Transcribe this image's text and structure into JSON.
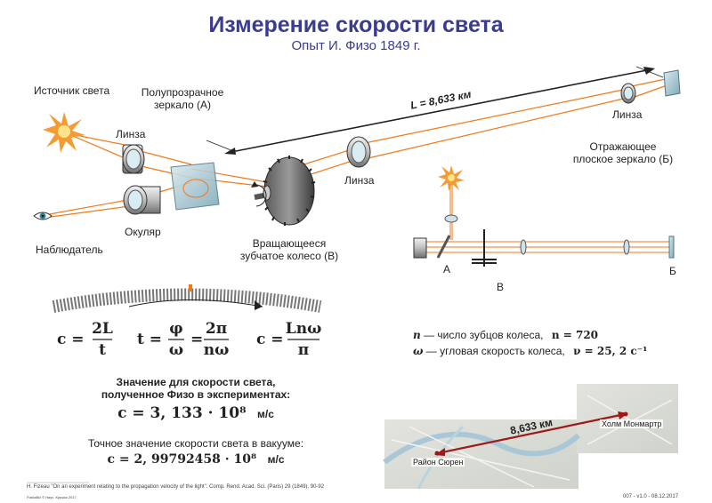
{
  "header": {
    "title": "Измерение скорости света",
    "subtitle": "Опыт И. Физо 1849 г."
  },
  "labels": {
    "light_source": "Источник света",
    "semi_mirror": "Полупрозрачное\nзеркало (А)",
    "lens_left": "Линза",
    "eyepiece": "Окуляр",
    "observer": "Наблюдатель",
    "wheel": "Вращающееся\nзубчатое колесо (В)",
    "lens_mid": "Линза",
    "lens_right": "Линза",
    "reflect_mirror": "Отражающее\nплоское зеркало (Б)",
    "distance": "L = 8,633 км",
    "small_a": "А",
    "small_v": "В",
    "small_b": "Б"
  },
  "formulas": {
    "c_eq": "c =",
    "c_num": "2L",
    "c_den": "t",
    "t_eq": "t =",
    "t_num1": "φ",
    "t_den1": "ω",
    "t_eq2": "=",
    "t_num2": "2π",
    "t_den2": "nω",
    "c2_eq": "c =",
    "c2_num": "Lnω",
    "c2_den": "π"
  },
  "params": {
    "n_line_sym": "n",
    "n_line_text": "— число зубцов колеса,",
    "n_value": "n = 720",
    "w_line_sym": "ω",
    "w_line_text": "— угловая скорость колеса,",
    "w_value": "ν = 25, 2 c⁻¹"
  },
  "results": {
    "fizeau_heading": "Значение для скорости света,\nполученное Физо в экспериментах:",
    "fizeau_value": "c = 3, 133 · 10⁸",
    "fizeau_unit": "м/с",
    "exact_heading": "Точное значение скорости света в вакууме:",
    "exact_value": "c = 2, 99792458 · 10⁸",
    "exact_unit": "м/с"
  },
  "map": {
    "distance": "8,633 км",
    "point_a": "Район Сюрен",
    "point_b": "Холм Монмартр"
  },
  "footer": {
    "reference": "H. Fizeau \"On an experiment relating to the propagation velocity of the light\". Comp. Rend. Acad. Sci. (Paris) 29 (1849), 90-92",
    "author": "FizikaBiz © Науч. Кружок 2017",
    "version": "007 - v1.0 - 08.12.2017"
  },
  "colors": {
    "title": "#3b3b8f",
    "beam": "#f07a1a",
    "glass": "#7fb0c0"
  }
}
